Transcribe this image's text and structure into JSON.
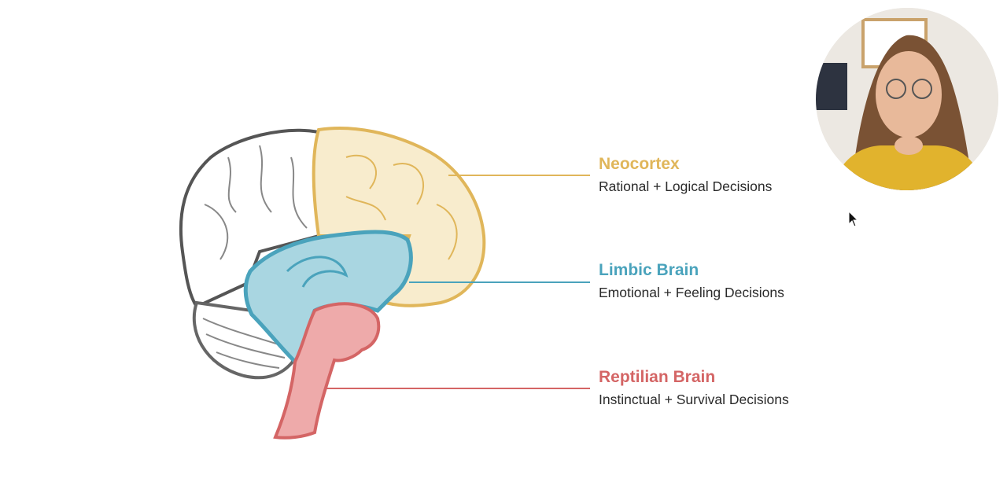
{
  "regions": [
    {
      "title": "Neocortex",
      "subtitle": "Rational + Logical Decisions",
      "color": "#E0B65A"
    },
    {
      "title": "Limbic Brain",
      "subtitle": "Emotional + Feeling Decisions",
      "color": "#4AA3BC"
    },
    {
      "title": "Reptilian Brain",
      "subtitle": "Instinctual + Survival Decisions",
      "color": "#D46565"
    }
  ],
  "webcam": {
    "icon": "presenter-video"
  },
  "cursor": {
    "icon": "mouse-pointer"
  }
}
